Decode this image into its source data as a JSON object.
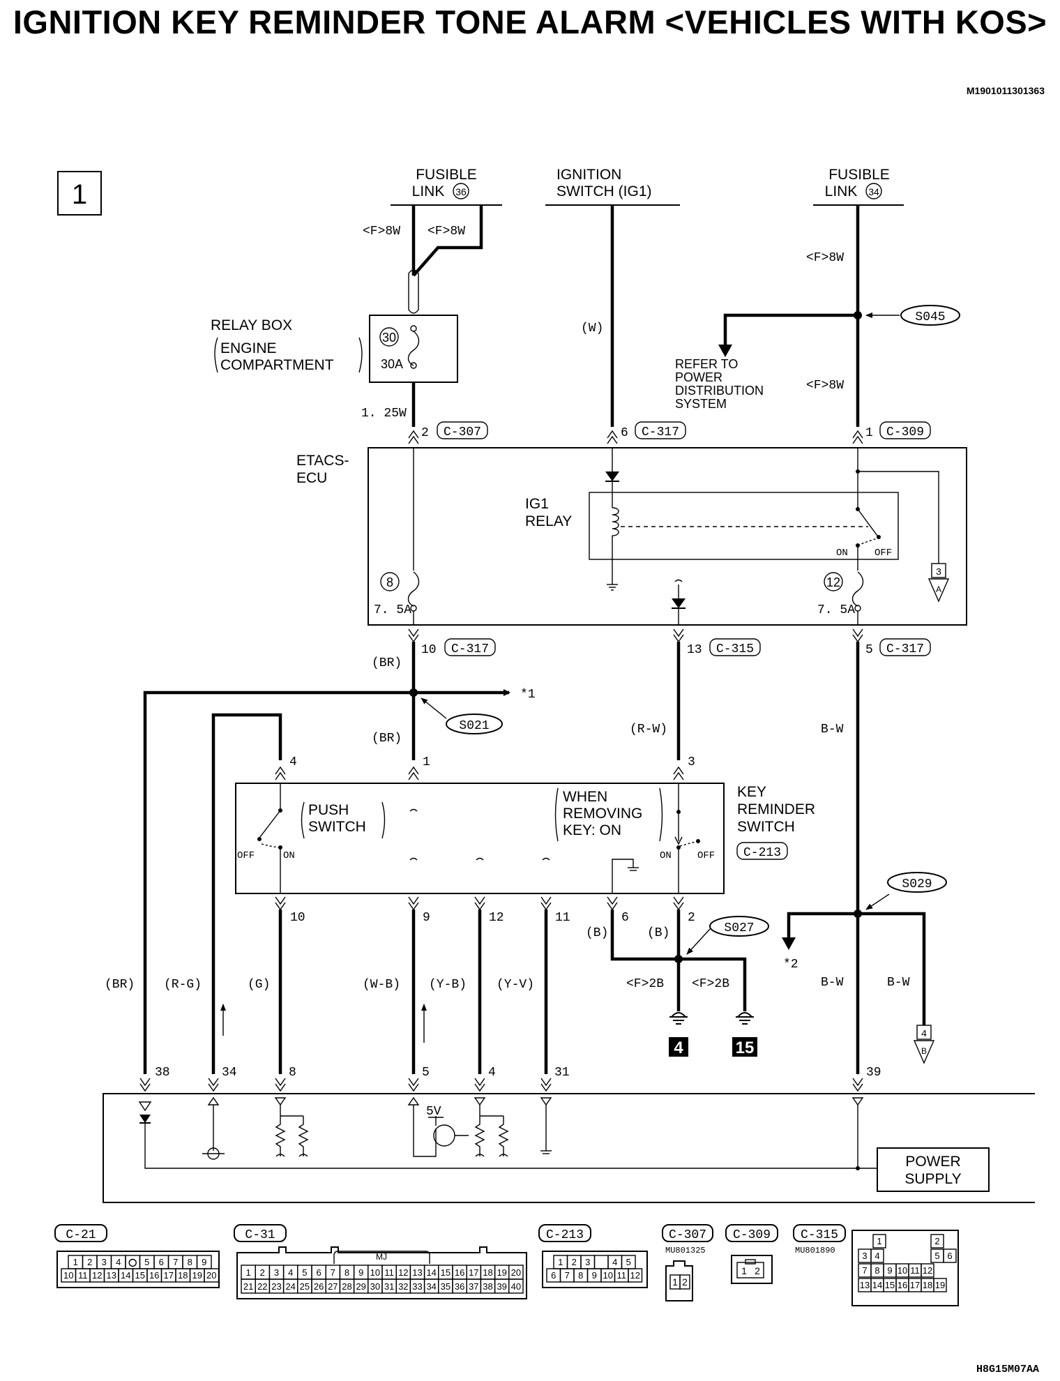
{
  "title": "IGNITION KEY REMINDER TONE ALARM <VEHICLES WITH KOS>",
  "doc_id": "M1901011301363",
  "figure_id": "H8G15M07AA",
  "sheet_number": "1",
  "sources": {
    "fusible_link_36": {
      "line1": "FUSIBLE",
      "line2": "LINK",
      "num": "36"
    },
    "ignition_switch": {
      "line1": "IGNITION",
      "line2": "SWITCH (IG1)"
    },
    "fusible_link_34": {
      "line1": "FUSIBLE",
      "line2": "LINK",
      "num": "34"
    }
  },
  "wires": {
    "f8w_a": "<F>8W",
    "f8w_b": "<F>8W",
    "f8w_c": "<F>8W",
    "f8w_d": "<F>8W",
    "w": "(W)",
    "w125": "1. 25W",
    "br1": "(BR)",
    "br2": "(BR)",
    "rw": "(R-W)",
    "bw1": "B-W",
    "br3": "(BR)",
    "rg": "(R-G)",
    "g": "(G)",
    "wb": "(W-B)",
    "yb": "(Y-B)",
    "yv": "(Y-V)",
    "b1": "(B)",
    "b2": "(B)",
    "f2b_a": "<F>2B",
    "f2b_b": "<F>2B",
    "bw2": "B-W",
    "bw3": "B-W"
  },
  "relay_box": {
    "line1": "RELAY BOX",
    "line2": "ENGINE",
    "line3": "COMPARTMENT",
    "fuse_num": "30",
    "fuse_rating": "30A"
  },
  "refer": {
    "line1": "REFER TO",
    "line2": "POWER",
    "line3": "DISTRIBUTION",
    "line4": "SYSTEM"
  },
  "splices": {
    "s045": "S045",
    "s021": "S021",
    "s029": "S029",
    "s027": "S027"
  },
  "etacs": {
    "line1": "ETACS-",
    "line2": "ECU",
    "relay_line1": "IG1",
    "relay_line2": "RELAY",
    "on": "ON",
    "off": "OFF",
    "fuse8_num": "8",
    "fuse8_rating": "7. 5A",
    "fuse12_num": "12",
    "fuse12_rating": "7. 5A",
    "pin2": "2",
    "pin6": "6",
    "pin1": "1",
    "pin10": "10",
    "pin13": "13",
    "pin5": "5",
    "conn_c307": "C-307",
    "conn_c317a": "C-317",
    "conn_c309": "C-309",
    "conn_c317b": "C-317",
    "conn_c315": "C-315",
    "conn_c317c": "C-317"
  },
  "off_page": {
    "a_num": "3",
    "a_letter": "A",
    "b_num": "4",
    "b_letter": "B",
    "ref1": "*1",
    "ref2": "*2"
  },
  "key_switch": {
    "line1": "KEY",
    "line2": "REMINDER",
    "line3": "SWITCH",
    "connector": "C-213",
    "push1": "PUSH",
    "push2": "SWITCH",
    "remove1": "WHEN",
    "remove2": "REMOVING",
    "remove3": "KEY: ON",
    "off_l": "OFF",
    "on_l": "ON",
    "on_r": "ON",
    "off_r": "OFF",
    "pin4": "4",
    "pin1": "1",
    "pin3": "3",
    "pin10": "10",
    "pin9": "9",
    "pin12": "12",
    "pin11": "11",
    "pin6": "6",
    "pin2": "2"
  },
  "grounds": {
    "g4": "4",
    "g15": "15"
  },
  "lower_unit": {
    "pin38": "38",
    "pin34": "34",
    "pin8": "8",
    "pin5": "5",
    "pin4": "4",
    "pin31": "31",
    "pin39": "39",
    "vcc": "5V",
    "ps1": "POWER",
    "ps2": "SUPPLY"
  },
  "connectors": {
    "c21": {
      "name": "C-21",
      "row1": [
        "1",
        "2",
        "3",
        "4",
        "",
        "5",
        "6",
        "7",
        "8",
        "9"
      ],
      "row2": [
        "10",
        "11",
        "12",
        "13",
        "14",
        "15",
        "16",
        "17",
        "18",
        "19",
        "20"
      ]
    },
    "c31": {
      "name": "C-31",
      "tag": "MJ",
      "row1": [
        "1",
        "2",
        "3",
        "4",
        "5",
        "6",
        "7",
        "8",
        "9",
        "10",
        "11",
        "12",
        "13",
        "14",
        "15",
        "16",
        "17",
        "18",
        "19",
        "20"
      ],
      "row2": [
        "21",
        "22",
        "23",
        "24",
        "25",
        "26",
        "27",
        "28",
        "29",
        "30",
        "31",
        "32",
        "33",
        "34",
        "35",
        "36",
        "37",
        "38",
        "39",
        "40"
      ]
    },
    "c213": {
      "name": "C-213",
      "row1": [
        "1",
        "2",
        "3",
        "",
        "4",
        "5"
      ],
      "row2": [
        "6",
        "7",
        "8",
        "9",
        "10",
        "11",
        "12"
      ]
    },
    "c307": {
      "name": "C-307",
      "part": "MU801325",
      "pins": [
        "1",
        "2"
      ]
    },
    "c309": {
      "name": "C-309",
      "pins": [
        "1",
        "2"
      ]
    },
    "c315": {
      "name": "C-315",
      "part": "MU801890",
      "pins": [
        "1",
        "2",
        "3",
        "4",
        "5",
        "6",
        "7",
        "8",
        "9",
        "10",
        "11",
        "12",
        "13",
        "14",
        "15",
        "16",
        "17",
        "18",
        "19"
      ]
    }
  }
}
